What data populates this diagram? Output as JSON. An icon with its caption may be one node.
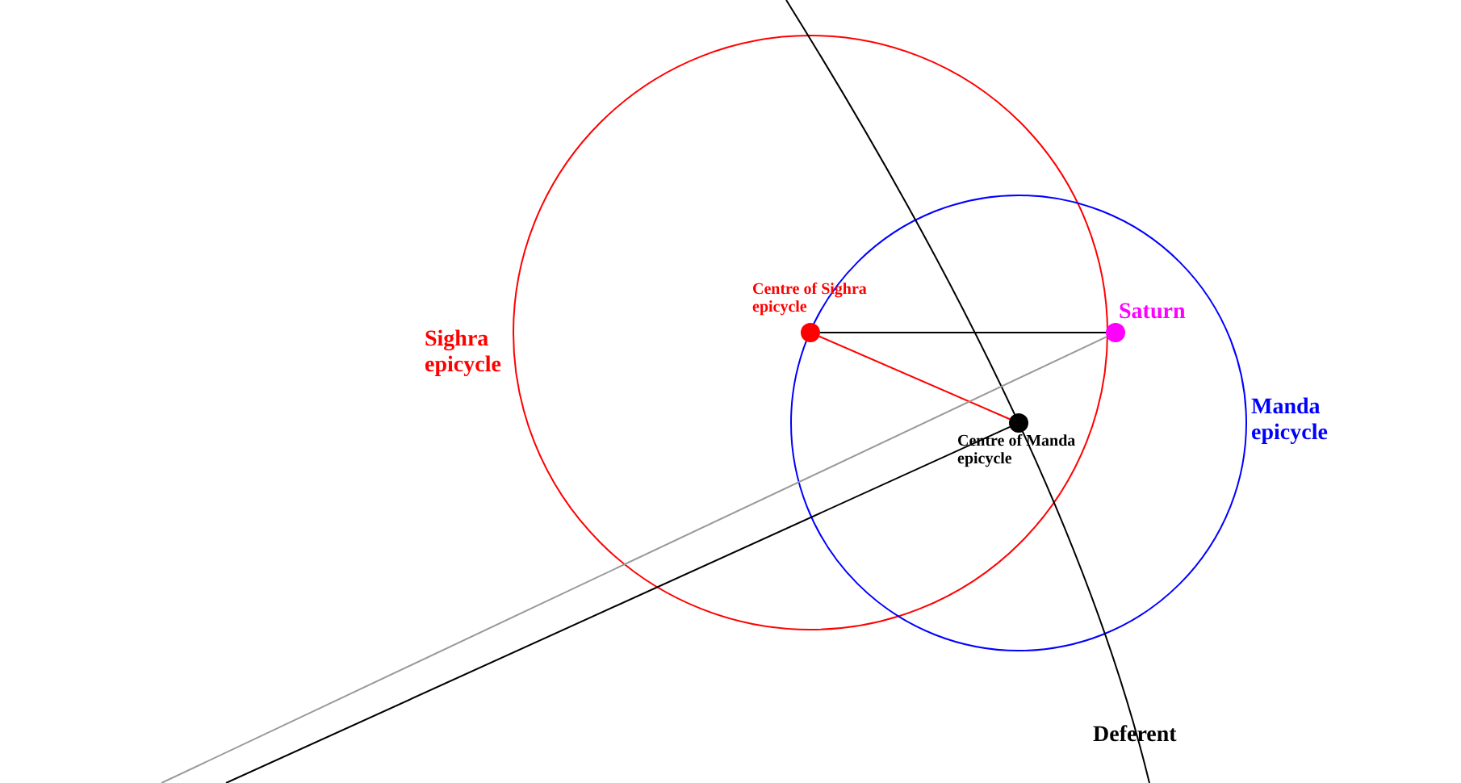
{
  "diagram": {
    "nodes": [
      {
        "text": [
          "Centre of Sighra epicycle"
        ]
      },
      {
        "text": [
          "Saturn"
        ]
      },
      {
        "text": [
          "Centre of Manda epicycle"
        ]
      }
    ],
    "edges": [
      {
        "from": 0,
        "to": 1,
        "arrow": "none"
      },
      {
        "from": 0,
        "to": 2,
        "arrow": "none",
        "color": "#ff0000"
      },
      {
        "from": 1,
        "to": null,
        "arrow": "none",
        "color": "#999999"
      },
      {
        "from": 2,
        "to": null,
        "arrow": "none"
      }
    ],
    "labels": [
      "Sighra epicycle",
      "Manda epicycle",
      "Deferent"
    ]
  }
}
